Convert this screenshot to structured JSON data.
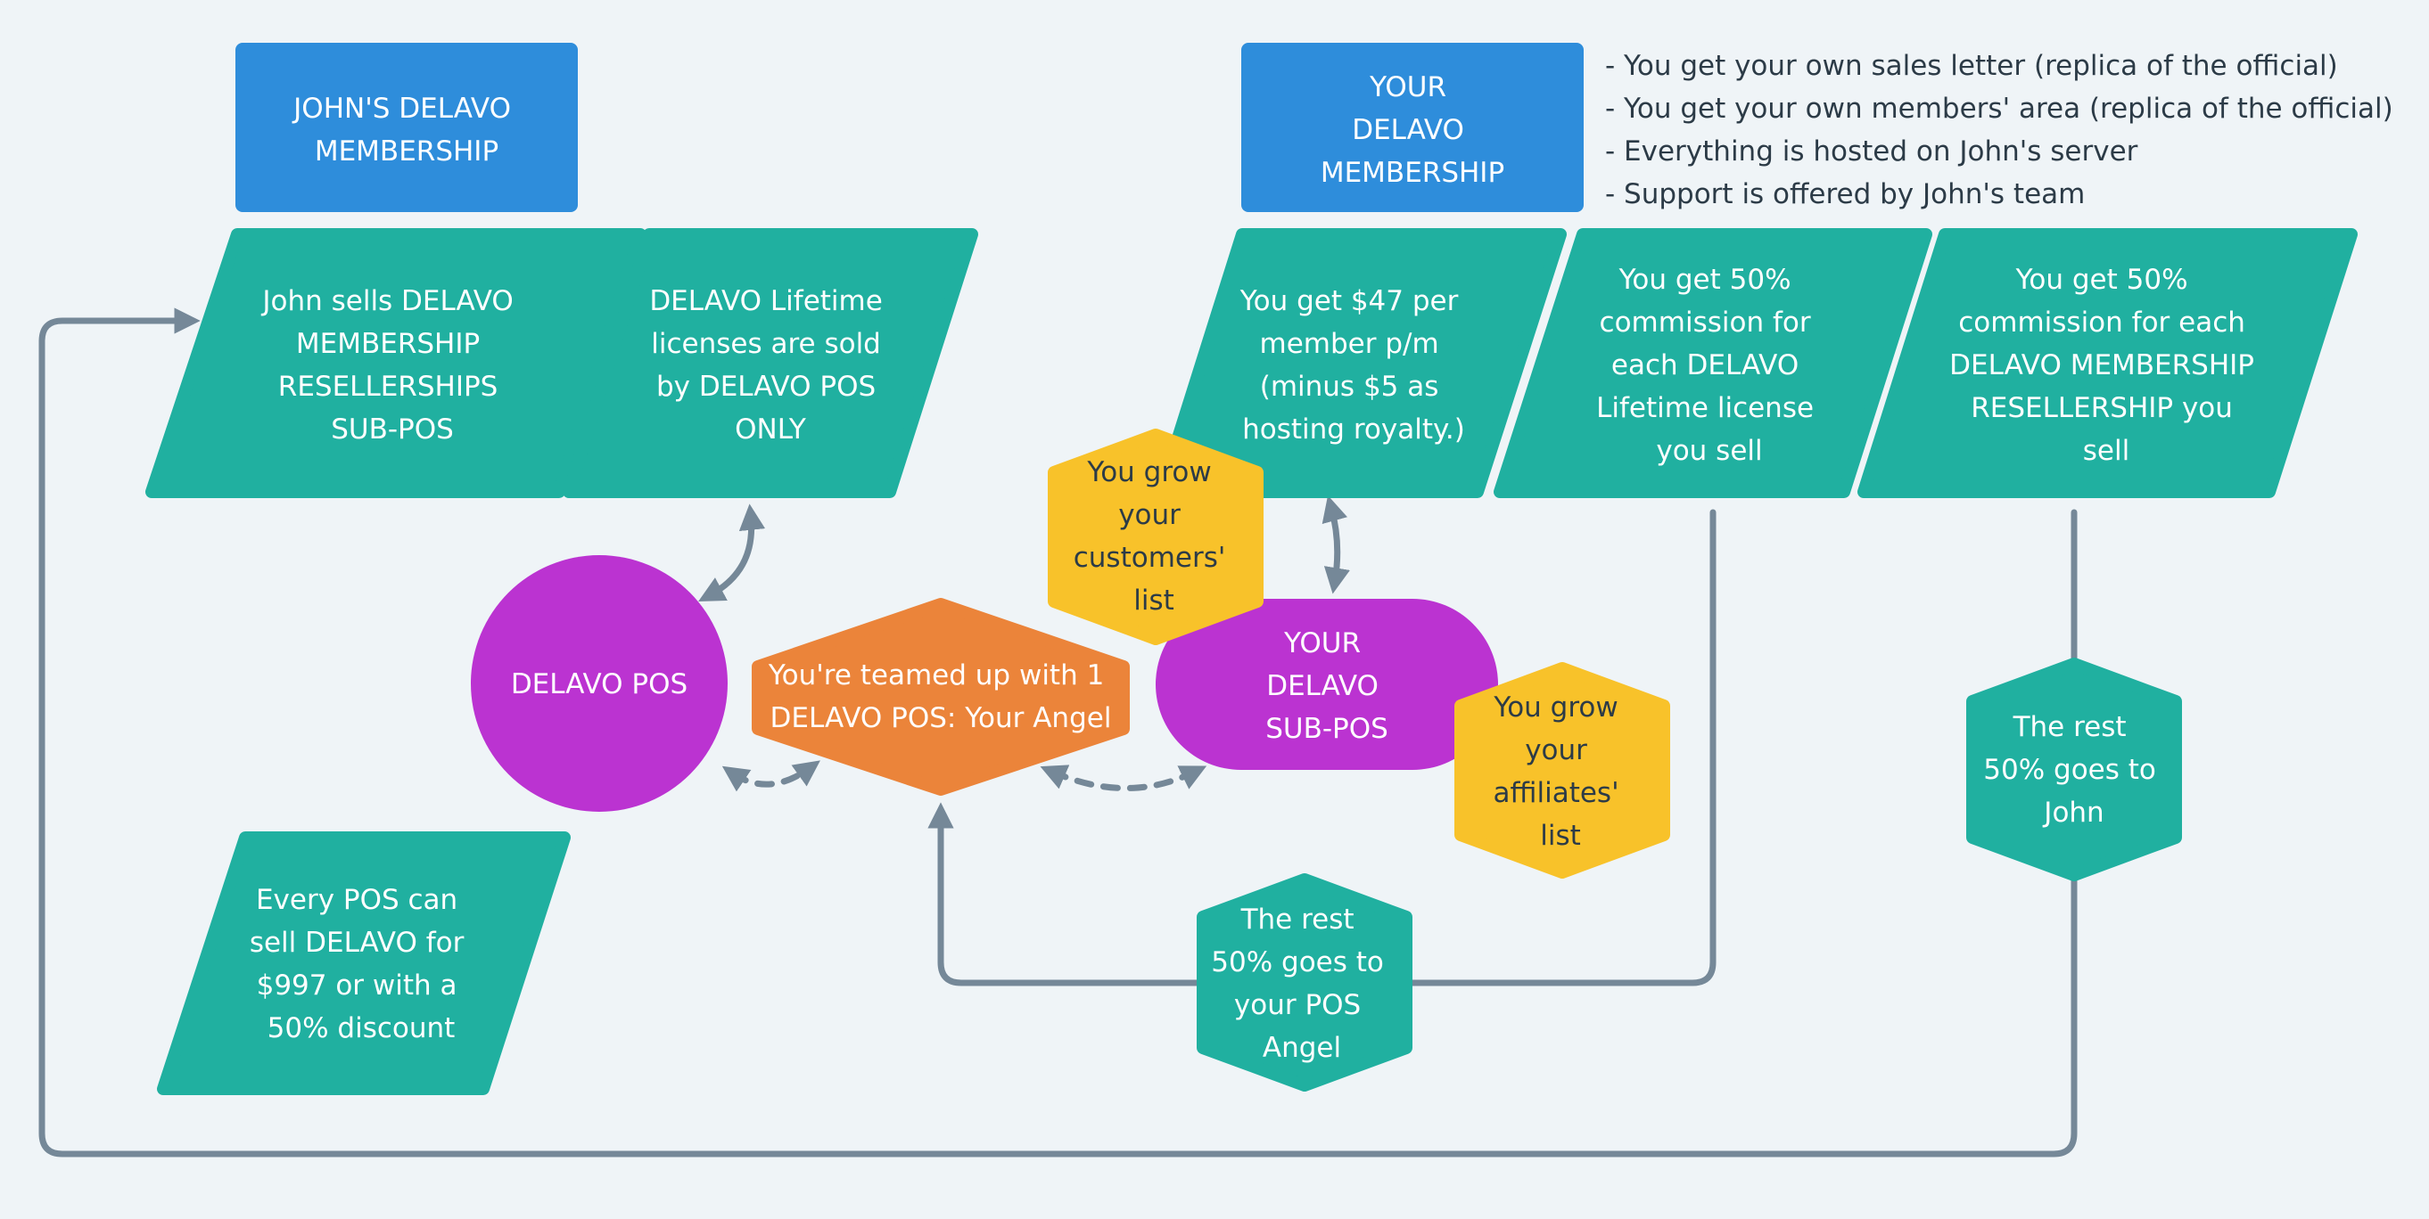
{
  "colors": {
    "background": "#eff4f7",
    "blue": "#2e8ddb",
    "teal": "#20b0a0",
    "purple": "#bb33d1",
    "orange": "#eb843a",
    "yellow": "#f8c22a",
    "connector": "#758898",
    "note_text": "#2c3b47"
  },
  "headers": {
    "johns_membership": [
      "JOHN'S DELAVO",
      "MEMBERSHIP"
    ],
    "your_membership": [
      "YOUR",
      "DELAVO",
      "MEMBERSHIP"
    ]
  },
  "notes": [
    "- You get your own sales letter (replica of the official)",
    "- You get your own members' area (replica of the official)",
    "- Everything is hosted on John's server",
    "- Support is offered by John's team"
  ],
  "parallelograms": {
    "john_sells": [
      "John sells DELAVO",
      "MEMBERSHIP",
      "RESELLERSHIPS",
      "SUB-POS"
    ],
    "lifetime_licenses": [
      "DELAVO Lifetime",
      "licenses are sold",
      "by DELAVO POS",
      "ONLY"
    ],
    "per_member": [
      "You get $47 per",
      "member p/m",
      "(minus $5 as",
      "hosting royalty.)"
    ],
    "commission_lifetime": [
      "You get 50%",
      "commission for",
      "each DELAVO",
      "Lifetime license",
      "you sell"
    ],
    "commission_resellership": [
      "You get 50%",
      "commission for each",
      "DELAVO MEMBERSHIP",
      "RESELLERSHIP you",
      "sell"
    ],
    "every_pos": [
      "Every POS can",
      "sell DELAVO for",
      "$997 or with a",
      "50% discount"
    ]
  },
  "nodes": {
    "delavo_pos": [
      "DELAVO POS"
    ],
    "angel": [
      "You're teamed up with 1",
      "DELAVO POS: Your Angel"
    ],
    "your_sub_pos": [
      "YOUR",
      "DELAVO",
      "SUB-POS"
    ],
    "customers_list": [
      "You grow",
      "your",
      "customers'",
      "list"
    ],
    "affiliates_list": [
      "You grow",
      "your",
      "affiliates'",
      "list"
    ],
    "rest_to_angel": [
      "The rest",
      "50% goes to",
      "your POS",
      "Angel"
    ],
    "rest_to_john": [
      "The rest",
      "50% goes to",
      "John"
    ]
  }
}
